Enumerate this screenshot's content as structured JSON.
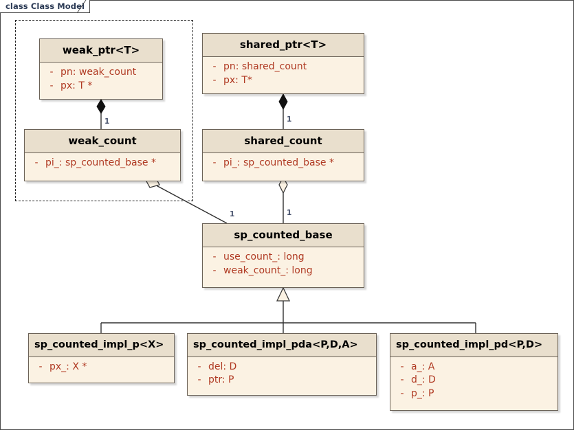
{
  "diagram": {
    "tab_label": "class Class Model",
    "colors": {
      "box_fill": "#fbf2e3",
      "header_fill": "#e9dfcd",
      "box_border": "#6b6257",
      "attribute_text": "#b03a23",
      "title_text": "#000000",
      "connector": "#303030",
      "tab_text": "#2b3a55",
      "multiplicity_text": "#45506b",
      "canvas": "#ffffff"
    },
    "group_region": {
      "name": "dashed-group-region",
      "style": "dashed"
    }
  },
  "classes": [
    {
      "id": "weak_ptr",
      "name": "weak_ptr<T>",
      "attributes": [
        {
          "visibility": "-",
          "text": "pn:  weak_count"
        },
        {
          "visibility": "-",
          "text": "px:  T *"
        }
      ]
    },
    {
      "id": "shared_ptr",
      "name": "shared_ptr<T>",
      "attributes": [
        {
          "visibility": "-",
          "text": "pn:  shared_count"
        },
        {
          "visibility": "-",
          "text": "px:  T*"
        }
      ]
    },
    {
      "id": "weak_count",
      "name": "weak_count",
      "attributes": [
        {
          "visibility": "-",
          "text": "pi_:  sp_counted_base *"
        }
      ]
    },
    {
      "id": "shared_count",
      "name": "shared_count",
      "attributes": [
        {
          "visibility": "-",
          "text": "pi_:  sp_counted_base *"
        }
      ]
    },
    {
      "id": "sp_counted_base",
      "name": "sp_counted_base",
      "attributes": [
        {
          "visibility": "-",
          "text": "use_count_:  long"
        },
        {
          "visibility": "-",
          "text": "weak_count_:  long"
        }
      ]
    },
    {
      "id": "sp_counted_impl_p",
      "name": "sp_counted_impl_p<X>",
      "attributes": [
        {
          "visibility": "-",
          "text": "px_:  X *"
        }
      ]
    },
    {
      "id": "sp_counted_impl_pda",
      "name": "sp_counted_impl_pda<P,D,A>",
      "attributes": [
        {
          "visibility": "-",
          "text": "del:  D"
        },
        {
          "visibility": "-",
          "text": "ptr:  P"
        }
      ]
    },
    {
      "id": "sp_counted_impl_pd",
      "name": "sp_counted_impl_pd<P,D>",
      "attributes": [
        {
          "visibility": "-",
          "text": "a_:  A"
        },
        {
          "visibility": "-",
          "text": "d_:  D"
        },
        {
          "visibility": "-",
          "text": "p_:  P"
        }
      ]
    }
  ],
  "connectors": [
    {
      "id": "weak_ptr-weak_count",
      "from": "weak_ptr",
      "to": "weak_count",
      "type": "composition",
      "end_marker": "filled-diamond",
      "multiplicity": "1"
    },
    {
      "id": "shared_ptr-shared_count",
      "from": "shared_ptr",
      "to": "shared_count",
      "type": "composition",
      "end_marker": "filled-diamond",
      "multiplicity": "1"
    },
    {
      "id": "weak_count-sp_counted_base",
      "from": "weak_count",
      "to": "sp_counted_base",
      "type": "aggregation",
      "end_marker": "hollow-diamond",
      "multiplicity": "1"
    },
    {
      "id": "shared_count-sp_counted_base",
      "from": "shared_count",
      "to": "sp_counted_base",
      "type": "aggregation",
      "end_marker": "hollow-diamond",
      "multiplicity": "1"
    },
    {
      "id": "sp_counted_base-impl_p",
      "from": "sp_counted_impl_p",
      "to": "sp_counted_base",
      "type": "generalization",
      "end_marker": "hollow-triangle",
      "multiplicity": ""
    },
    {
      "id": "sp_counted_base-impl_pda",
      "from": "sp_counted_impl_pda",
      "to": "sp_counted_base",
      "type": "generalization",
      "end_marker": "hollow-triangle",
      "multiplicity": ""
    },
    {
      "id": "sp_counted_base-impl_pd",
      "from": "sp_counted_impl_pd",
      "to": "sp_counted_base",
      "type": "generalization",
      "end_marker": "hollow-triangle",
      "multiplicity": ""
    }
  ],
  "multiplicity_labels": [
    {
      "id": "m-weak-ptr-count",
      "value": "1"
    },
    {
      "id": "m-shared-ptr-count",
      "value": "1"
    },
    {
      "id": "m-weak-count-base",
      "value": "1"
    },
    {
      "id": "m-shared-count-base",
      "value": "1"
    }
  ]
}
